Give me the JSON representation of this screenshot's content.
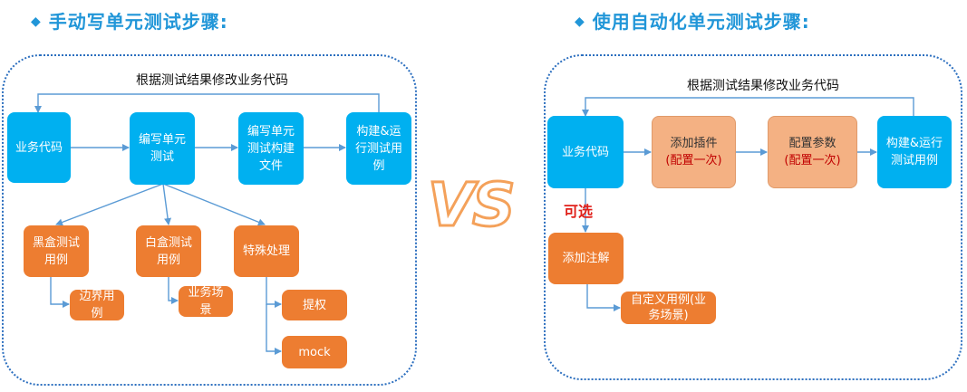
{
  "left": {
    "title": "手动写单元测试步骤:",
    "loop_label": "根据测试结果修改业务代码",
    "nodes": {
      "business_code": "业务代码",
      "write_test": "编写单元测试",
      "write_build_file": "编写单元测试构建文件",
      "build_run": "构建&运行测试用例",
      "black_box": "黑盒测试用例",
      "white_box": "白盒测试用例",
      "special": "特殊处理",
      "boundary": "边界用例",
      "biz_scene": "业务场景",
      "privilege": "提权",
      "mock": "mock"
    }
  },
  "vs": "VS",
  "right": {
    "title": "使用自动化单元测试步骤:",
    "loop_label": "根据测试结果修改业务代码",
    "optional_label": "可选",
    "nodes": {
      "business_code": "业务代码",
      "add_plugin": "添加插件",
      "add_plugin_sub": "(配置一次)",
      "config_params": "配置参数",
      "config_params_sub": "(配置一次)",
      "build_run": "构建&运行测试用例",
      "add_annotation": "添加注解",
      "custom_case": "自定义用例(业务场景)"
    }
  },
  "colors": {
    "title": "#2196d8",
    "blue_node": "#00b0f0",
    "orange_node": "#ed7d31",
    "peach_node": "#f4b183",
    "panel_border": "#2c6fbf",
    "arrow": "#5b9bd5",
    "optional_text": "#e0201a",
    "vs_outline": "#f4a15a"
  }
}
